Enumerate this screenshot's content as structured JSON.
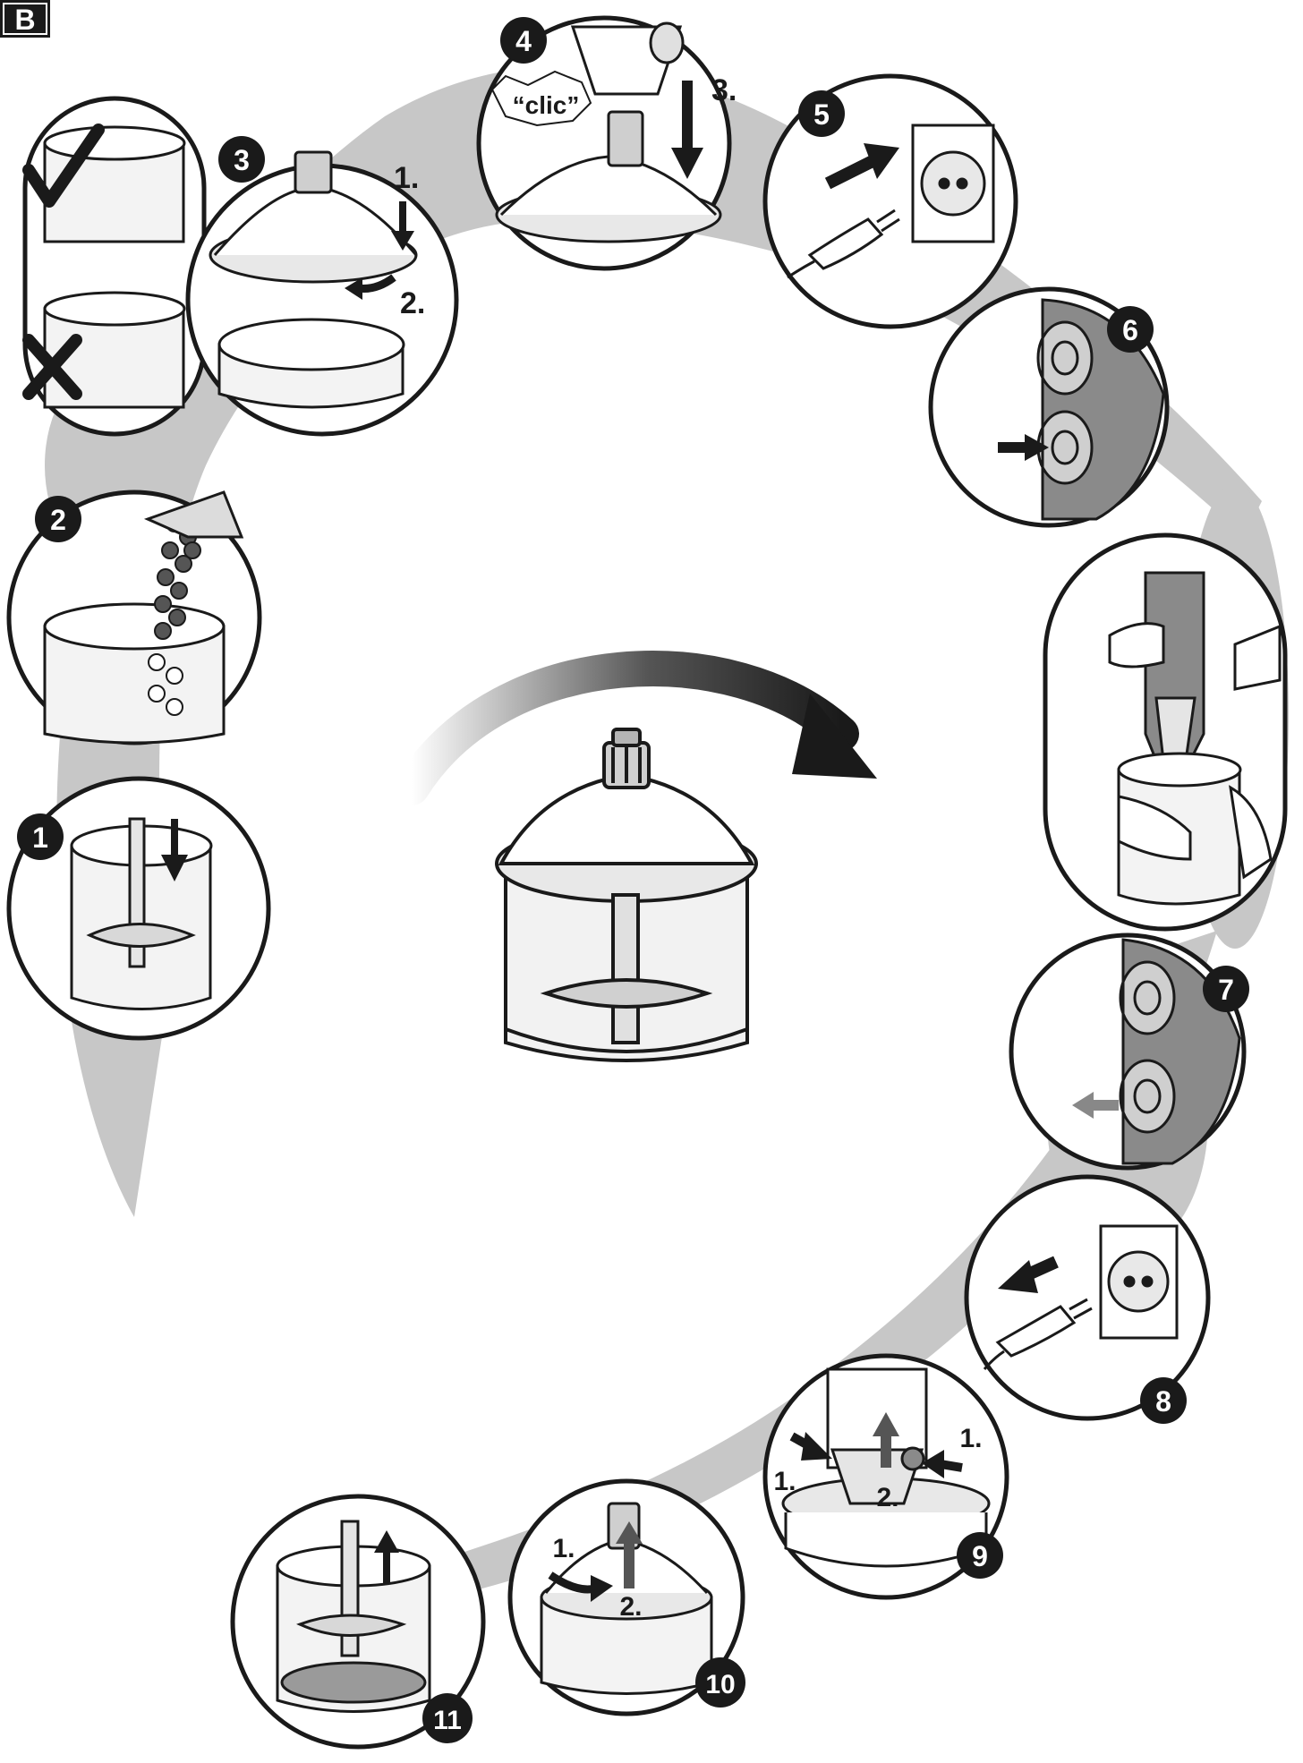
{
  "figure": {
    "corner_label": "B"
  },
  "steps": [
    {
      "number": "1",
      "labels": []
    },
    {
      "number": "2",
      "labels": []
    },
    {
      "number": "3",
      "labels": [
        "1.",
        "2."
      ]
    },
    {
      "number": "4",
      "labels": [
        "“clic”",
        "3."
      ]
    },
    {
      "number": "5",
      "labels": []
    },
    {
      "number": "6",
      "labels": []
    },
    {
      "number": "7",
      "labels": []
    },
    {
      "number": "8",
      "labels": []
    },
    {
      "number": "9",
      "labels": [
        "1.",
        "1.",
        "2."
      ]
    },
    {
      "number": "10",
      "labels": [
        "1.",
        "2."
      ]
    },
    {
      "number": "11",
      "labels": []
    }
  ],
  "check_panel": {
    "ok_mark": "check-mark-icon",
    "bad_mark": "cross-mark-icon"
  },
  "colors": {
    "band": "#c7c7c7",
    "ink": "#1a1a1a",
    "panel": "#ffffff",
    "badge": "#1a1a1a"
  }
}
